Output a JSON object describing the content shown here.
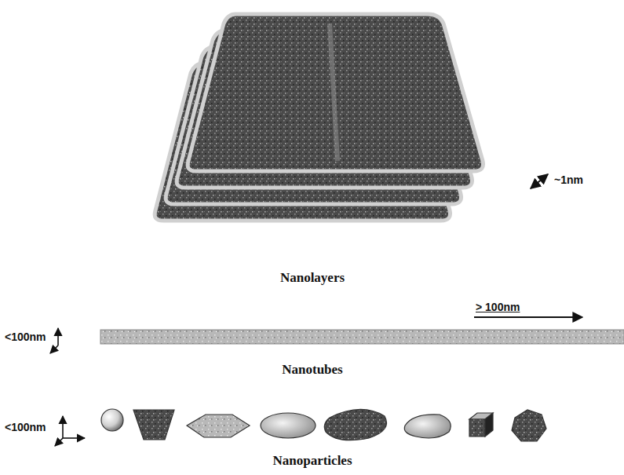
{
  "diagram": {
    "labels": [
      "~1nm",
      "Nanolayers",
      "> 100nm",
      "<100nm",
      "Nanotubes",
      "<100nm",
      "Nanoparticles"
    ]
  }
}
